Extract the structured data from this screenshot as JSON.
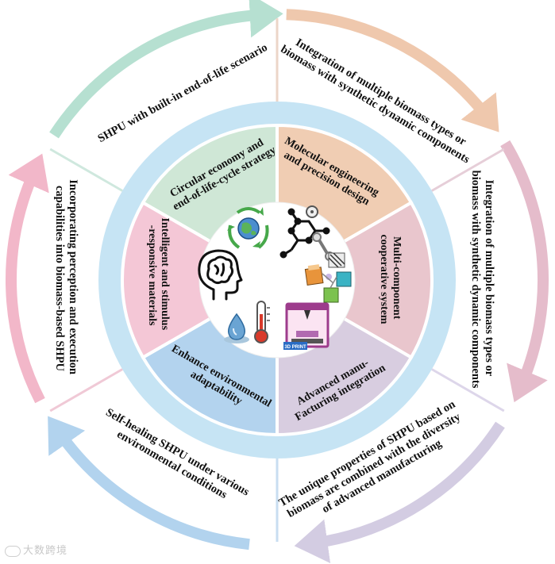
{
  "outer_labels": {
    "top_left": [
      "SHPU with built-in end-of-life scenario"
    ],
    "top_right": [
      "Integration of multiple biomass types or",
      "biomass with synthetic dynamic components"
    ],
    "right": [
      "Integration of multiple biomass types or",
      "biomass with synthetic dynamic components"
    ],
    "bottom_right": [
      "The unique properties of SHPU based on",
      "biomass are combined with the diversity",
      "of advanced manufacturing"
    ],
    "bottom_left": [
      "Self-healing SHPU under various",
      "environmental conditions"
    ],
    "left": [
      "Incorporating perception and execution",
      "capabilities into biomass-based SHPU"
    ]
  },
  "inner_segments": [
    {
      "id": "circular",
      "lines": [
        "Circular economy and",
        "end-of-life-cycle strategy"
      ],
      "color": "#cfe7d6",
      "icon": "recycle-globe-icon"
    },
    {
      "id": "molecular",
      "lines": [
        "Molecular engineering",
        "and precision design"
      ],
      "color": "#f0cdb3",
      "icon": "molecule-icon"
    },
    {
      "id": "multi",
      "lines": [
        "Multi-component",
        "cooperative system"
      ],
      "color": "#e9c6cd",
      "icon": "components-cubes-icon"
    },
    {
      "id": "advanced",
      "lines": [
        "Advanced manu-",
        "Facturing integration"
      ],
      "color": "#d8cde0",
      "icon": "3d-printer-icon"
    },
    {
      "id": "enhance",
      "lines": [
        "Enhance environmental",
        "adaptability"
      ],
      "color": "#b3d3ee",
      "icon": "thermometer-droplet-icon"
    },
    {
      "id": "intelligent",
      "lines": [
        "Intelligent and stimulus",
        "-responsive materials"
      ],
      "color": "#f4c7d6",
      "icon": "brain-head-icon"
    }
  ],
  "icon_labels": {
    "printer_screen": "3D PRINT"
  },
  "arc_colors": {
    "teal": "#b6e0d1",
    "peach": "#efc8ad",
    "pink": "#e5bccb",
    "lavender": "#d3cce2",
    "blue": "#b2d3ee",
    "rose": "#f2b7c9"
  },
  "ring_colors": {
    "outer_band": "#c6e4f4",
    "hub": "#ffffff"
  },
  "watermark": "大数跨境"
}
